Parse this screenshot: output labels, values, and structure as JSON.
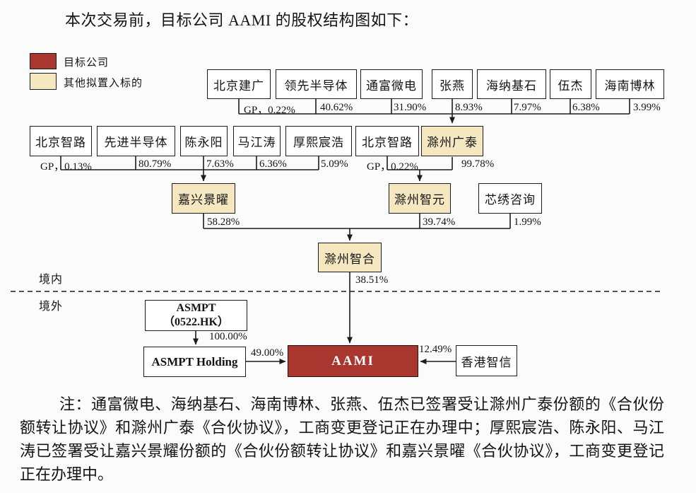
{
  "title": "本次交易前，目标公司 AAMI 的股权结构图如下：",
  "colors": {
    "target": "#A9362F",
    "candidate": "#F5E7C0"
  },
  "legend": {
    "items": [
      {
        "label": "目标公司",
        "color": "#A9362F"
      },
      {
        "label": "其他拟置入标的",
        "color": "#F5E7C0"
      }
    ]
  },
  "regions": {
    "domestic": "境内",
    "overseas": "境外"
  },
  "entities": {
    "row1": [
      {
        "name": "北京建广",
        "stake": "GP，0.22%"
      },
      {
        "name": "领先半导体",
        "stake": "40.62%"
      },
      {
        "name": "通富微电",
        "stake": "31.90%"
      },
      {
        "name": "张燕",
        "stake": "8.93%"
      },
      {
        "name": "海纳基石",
        "stake": "7.97%"
      },
      {
        "name": "伍杰",
        "stake": "6.38%"
      },
      {
        "name": "海南博林",
        "stake": "3.99%"
      }
    ],
    "row2_left": [
      {
        "name": "北京智路",
        "stake": "GP，0.13%"
      },
      {
        "name": "先进半导体",
        "stake": "80.79%"
      },
      {
        "name": "陈永阳",
        "stake": "7.63%"
      },
      {
        "name": "马江涛",
        "stake": "6.36%"
      },
      {
        "name": "厚熙宸浩",
        "stake": "5.09%"
      }
    ],
    "row2_right": [
      {
        "name": "北京智路",
        "stake": "GP，0.22%"
      },
      {
        "name": "滁州广泰",
        "stake": "99.78%"
      }
    ],
    "row3": [
      {
        "name": "嘉兴景曜",
        "stake": "58.28%"
      },
      {
        "name": "滁州智元",
        "stake": "39.74%"
      },
      {
        "name": "芯绣咨询",
        "stake": "1.99%"
      }
    ],
    "row4": {
      "name": "滁州智合",
      "stake": "38.51%"
    },
    "asmpt": {
      "name_line1": "ASMPT",
      "name_line2": "（0522.HK）",
      "stake": "100.00%"
    },
    "asmpt_holding": {
      "name": "ASMPT Holding",
      "stake": "49.00%"
    },
    "aami": {
      "name": "AAMI"
    },
    "hk_zhixin": {
      "name": "香港智信",
      "stake": "12.49%"
    }
  },
  "note": "注：通富微电、海纳基石、海南博林、张燕、伍杰已签署受让滁州广泰份额的《合伙份额转让协议》和滁州广泰《合伙协议》，工商变更登记正在办理中；厚熙宸浩、陈永阳、马江涛已签署受让嘉兴景耀份额的《合伙份额转让协议》和嘉兴景曜《合伙协议》，工商变更登记正在办理中。"
}
